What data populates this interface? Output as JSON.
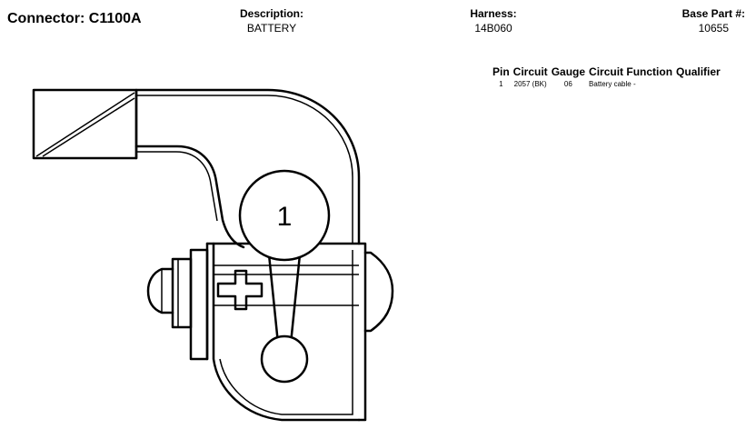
{
  "header": {
    "connector_title": "Connector: C1100A",
    "description_label": "Description:",
    "description_value": "BATTERY",
    "harness_label": "Harness:",
    "harness_value": "14B060",
    "base_part_label": "Base Part #:",
    "base_part_value": "10655"
  },
  "pin_table": {
    "columns": [
      "Pin",
      "Circuit",
      "Gauge",
      "Circuit Function",
      "Qualifier"
    ],
    "rows": [
      {
        "pin": "1",
        "circuit": "2057 (BK)",
        "gauge": "06",
        "function": "Battery cable -",
        "qualifier": ""
      }
    ]
  },
  "diagram": {
    "pin_callouts": [
      "1"
    ]
  }
}
